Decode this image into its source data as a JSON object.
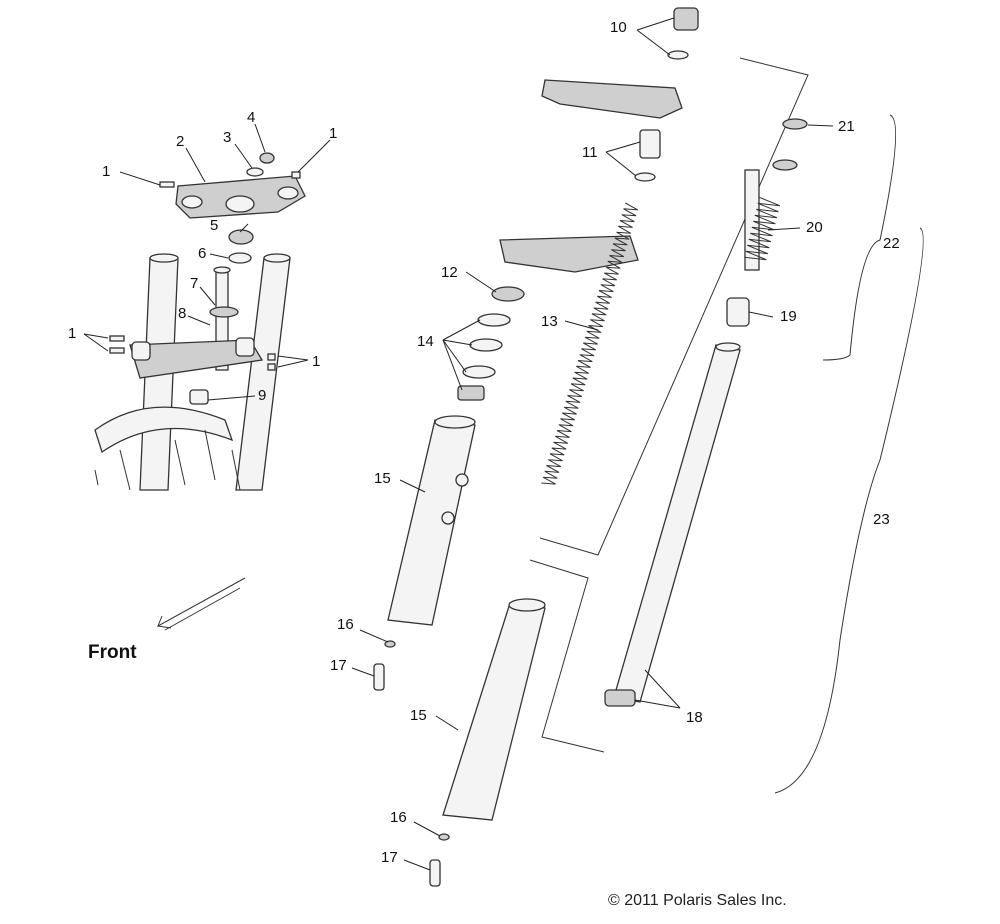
{
  "labels": {
    "front": "Front",
    "copyright": "© 2011 Polaris Sales Inc."
  },
  "callouts": [
    {
      "id": "c1a",
      "text": "1"
    },
    {
      "id": "c1b",
      "text": "1"
    },
    {
      "id": "c1c",
      "text": "1"
    },
    {
      "id": "c1d",
      "text": "1"
    },
    {
      "id": "c2",
      "text": "2"
    },
    {
      "id": "c3",
      "text": "3"
    },
    {
      "id": "c4",
      "text": "4"
    },
    {
      "id": "c5",
      "text": "5"
    },
    {
      "id": "c6",
      "text": "6"
    },
    {
      "id": "c7",
      "text": "7"
    },
    {
      "id": "c8",
      "text": "8"
    },
    {
      "id": "c9",
      "text": "9"
    },
    {
      "id": "c10",
      "text": "10"
    },
    {
      "id": "c11",
      "text": "11"
    },
    {
      "id": "c12",
      "text": "12"
    },
    {
      "id": "c13",
      "text": "13"
    },
    {
      "id": "c14",
      "text": "14"
    },
    {
      "id": "c15a",
      "text": "15"
    },
    {
      "id": "c15b",
      "text": "15"
    },
    {
      "id": "c16a",
      "text": "16"
    },
    {
      "id": "c16b",
      "text": "16"
    },
    {
      "id": "c17a",
      "text": "17"
    },
    {
      "id": "c17b",
      "text": "17"
    },
    {
      "id": "c18",
      "text": "18"
    },
    {
      "id": "c19",
      "text": "19"
    },
    {
      "id": "c20",
      "text": "20"
    },
    {
      "id": "c21",
      "text": "21"
    },
    {
      "id": "c22",
      "text": "22"
    },
    {
      "id": "c23",
      "text": "23"
    }
  ]
}
